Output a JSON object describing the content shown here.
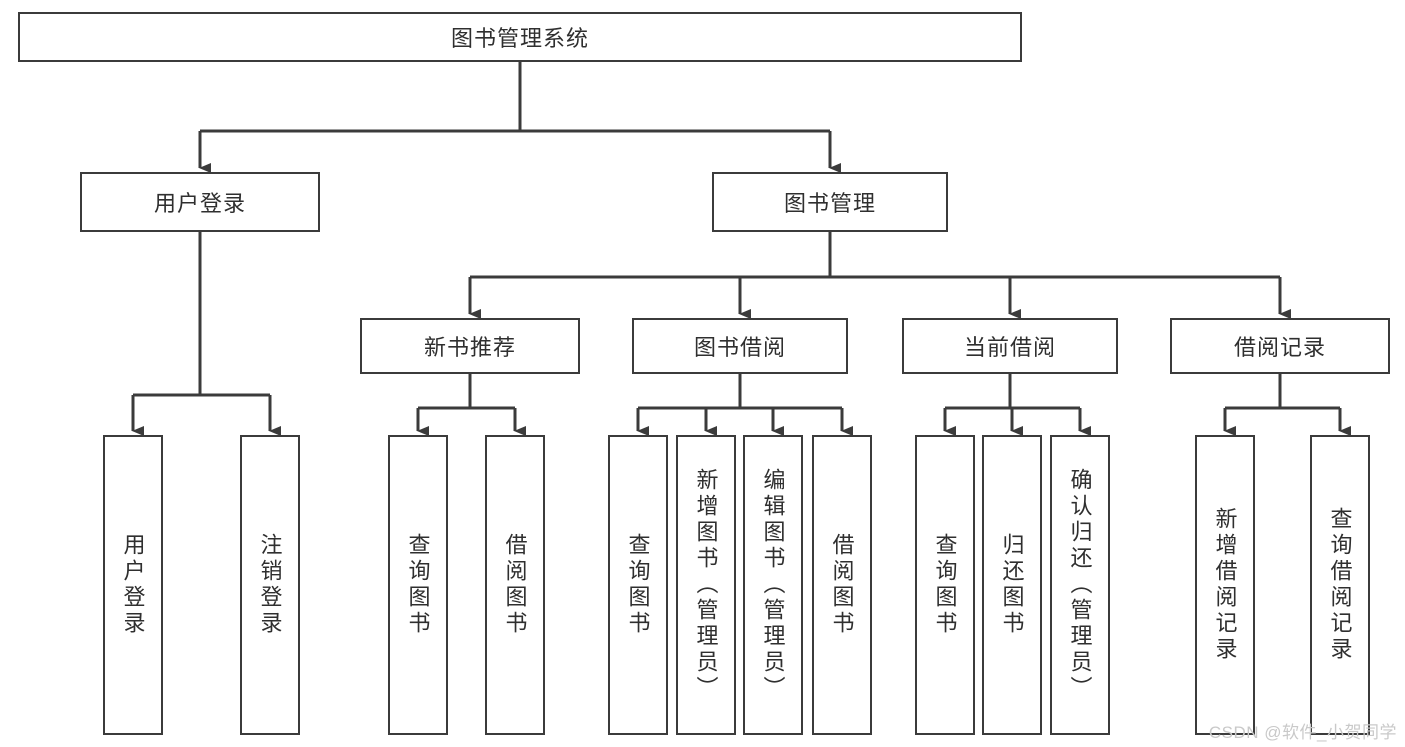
{
  "diagram": {
    "title_text": "图书管理系统",
    "type": "tree-hierarchy-diagram",
    "root": {
      "id": "root",
      "label": "图书管理系统"
    },
    "level2": [
      {
        "id": "user-login",
        "label": "用户登录"
      },
      {
        "id": "book-management",
        "label": "图书管理"
      }
    ],
    "level3": [
      {
        "id": "new-book-recommend",
        "label": "新书推荐",
        "parent": "book-management"
      },
      {
        "id": "book-borrow",
        "label": "图书借阅",
        "parent": "book-management"
      },
      {
        "id": "current-borrow",
        "label": "当前借阅",
        "parent": "book-management"
      },
      {
        "id": "borrow-record",
        "label": "借阅记录",
        "parent": "book-management"
      }
    ],
    "leaves": [
      {
        "id": "leaf-user-login",
        "label": "用户登录",
        "parent": "user-login"
      },
      {
        "id": "leaf-logout-login",
        "label": "注销登录",
        "parent": "user-login"
      },
      {
        "id": "leaf-query-book-1",
        "label": "查询图书",
        "parent": "new-book-recommend"
      },
      {
        "id": "leaf-borrow-book-1",
        "label": "借阅图书",
        "parent": "new-book-recommend"
      },
      {
        "id": "leaf-query-book-2",
        "label": "查询图书",
        "parent": "book-borrow"
      },
      {
        "id": "leaf-add-book",
        "label": "新增图书（管理员）",
        "parent": "book-borrow"
      },
      {
        "id": "leaf-edit-book",
        "label": "编辑图书（管理员）",
        "parent": "book-borrow"
      },
      {
        "id": "leaf-borrow-book-2",
        "label": "借阅图书",
        "parent": "book-borrow"
      },
      {
        "id": "leaf-query-book-3",
        "label": "查询图书",
        "parent": "current-borrow"
      },
      {
        "id": "leaf-return-book",
        "label": "归还图书",
        "parent": "current-borrow"
      },
      {
        "id": "leaf-confirm-return",
        "label": "确认归还（管理员）",
        "parent": "current-borrow"
      },
      {
        "id": "leaf-add-record",
        "label": "新增借阅记录",
        "parent": "borrow-record"
      },
      {
        "id": "leaf-query-record",
        "label": "查询借阅记录",
        "parent": "borrow-record"
      }
    ],
    "watermark": "CSDN @软件_小贺同学",
    "colors": {
      "border": "#3b3b3b",
      "text": "#2f2f2f",
      "background": "#ffffff",
      "connector": "#3b3b3b",
      "watermark": "#c9c9c9"
    }
  }
}
